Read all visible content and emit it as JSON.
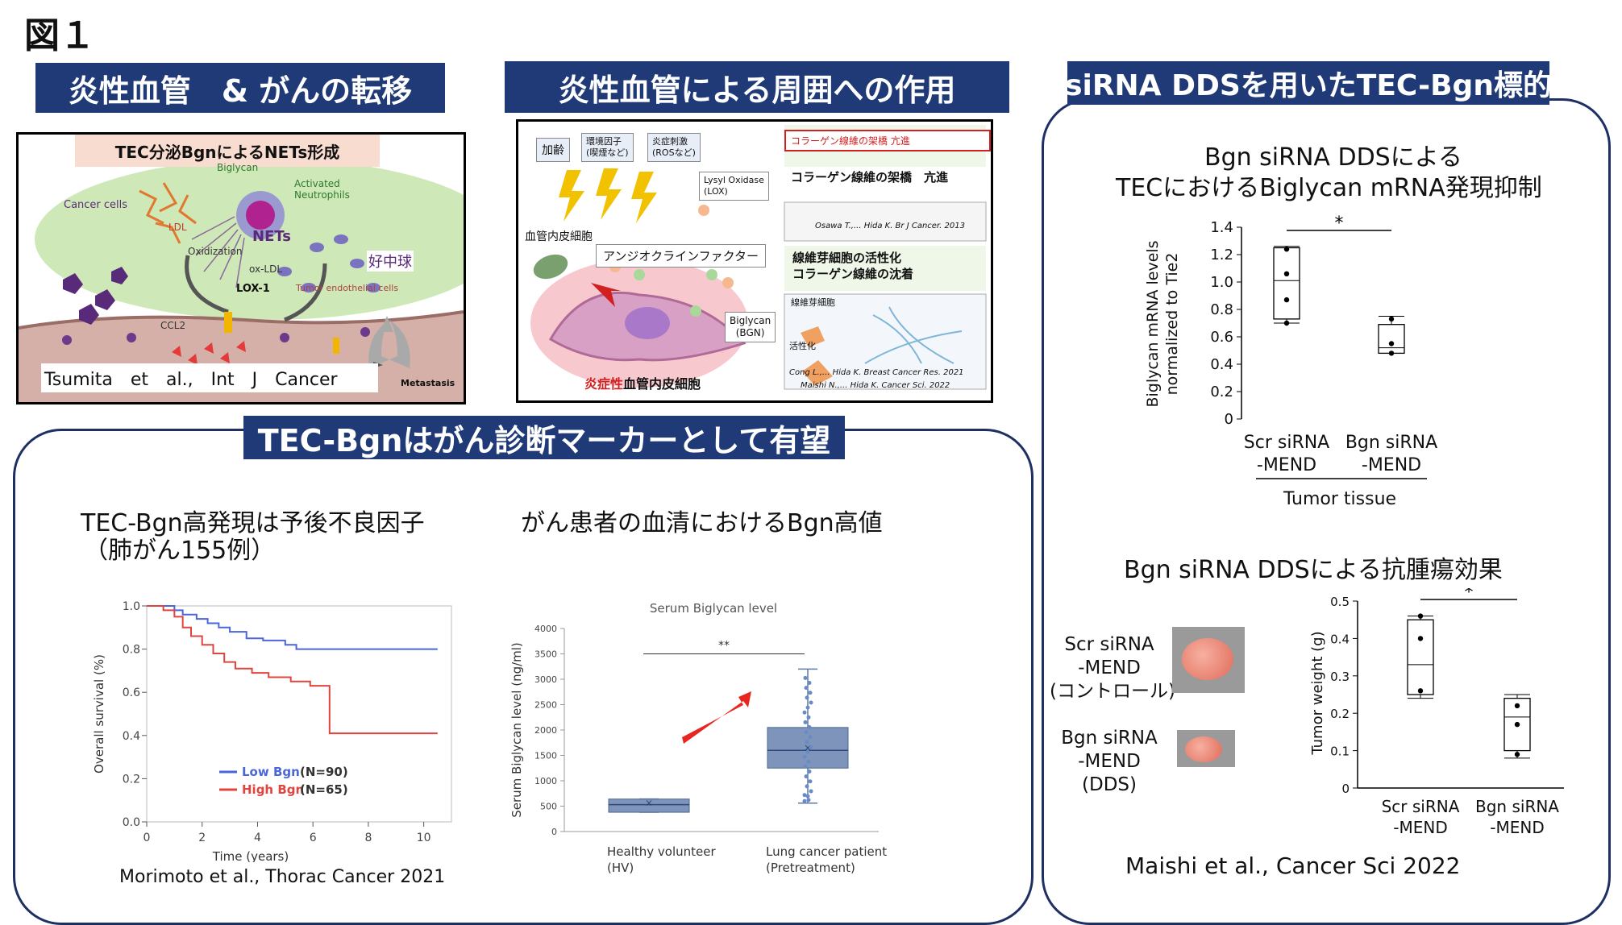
{
  "figure_title": "図１",
  "banners": {
    "top_left": "炎性血管　& がんの転移",
    "top_mid": "炎性血管による周囲への作用",
    "right": "siRNA DDSを用いたTEC-Bgn標的",
    "bottom": "TEC-Bgnはがん診断マーカーとして有望"
  },
  "panel_a": {
    "header": "TEC分泌BgnによるNETs形成",
    "labels": {
      "cancer_cells": "Cancer cells",
      "biglycan": "Biglycan",
      "activated_neutrophils": "Activated\nNeutrophils",
      "ldl": "LDL",
      "nets": "NETs",
      "oxidization": "Oxidization",
      "ox_ldl": "ox-LDL",
      "neutrophil_jp": "好中球",
      "lox1": "LOX-1",
      "tumor_ec": "Tumor endothelial cells",
      "ccl2": "CCL2",
      "metastasis": "Metastasis"
    },
    "citation": "Tsumita　et　al.,　Int　J　Cancer"
  },
  "panel_b": {
    "boxes": {
      "aging": "加齢",
      "env": "環境因子\n(喫煙など)",
      "inflam": "炎症刺激\n(ROSなど)",
      "lox": "Lysyl Oxidase\n(LOX)",
      "ec": "血管内皮細胞",
      "angiocrine": "アンジオクラインファクター",
      "biglycan": "Biglycan\n(BGN)",
      "inflamed_ec_1": "炎症性",
      "inflamed_ec_2": "血管内皮細胞",
      "collagen_up": "コラーゲン線維の架橋 亢進",
      "collagen_head": "コラーゲン線維の架橋　亢進",
      "ref1": "Osawa T.,... Hida K. Br J Cancer. 2013",
      "fib_head1": "線維芽細胞の活性化",
      "fib_head2": "コラーゲン線維の沈着",
      "fibroblast": "線維芽細胞",
      "activation": "活性化",
      "ref2": "Cong L.,... Hida K. Breast Cancer Res. 2021",
      "ref3": "Maishi N.,... Hida K. Cancer Sci. 2022"
    }
  },
  "km": {
    "title1": "TEC-Bgn高発現は予後不良因子",
    "title2": "（肺がん155例）",
    "citation": "Morimoto et al., Thorac Cancer 2021",
    "chart_data": {
      "type": "line",
      "ylabel": "Overall survival (%)",
      "xlabel": "Time (years)",
      "x_ticks": [
        "0",
        "2",
        "4",
        "6",
        "8",
        "10"
      ],
      "y_ticks": [
        "0.0",
        "0.2",
        "0.4",
        "0.6",
        "0.8",
        "1.0"
      ],
      "xlim": [
        0,
        11
      ],
      "ylim": [
        0,
        1
      ],
      "series": [
        {
          "name": "Low Bgn",
          "n_label": "(N=90)",
          "color": "#4a66d9",
          "x": [
            0,
            0.5,
            1.0,
            1.3,
            1.8,
            2.2,
            2.6,
            3.0,
            3.6,
            4.2,
            5.0,
            5.4,
            10.5
          ],
          "y": [
            1.0,
            1.0,
            0.98,
            0.96,
            0.94,
            0.92,
            0.9,
            0.88,
            0.85,
            0.84,
            0.82,
            0.8,
            0.8
          ]
        },
        {
          "name": "High Bgn",
          "n_label": "(N=65)",
          "color": "#e0443f",
          "x": [
            0,
            0.6,
            1.0,
            1.3,
            1.6,
            2.0,
            2.4,
            2.8,
            3.2,
            3.8,
            4.4,
            5.2,
            5.9,
            6.6,
            6.6,
            10.5
          ],
          "y": [
            1.0,
            0.98,
            0.95,
            0.9,
            0.86,
            0.82,
            0.78,
            0.74,
            0.71,
            0.69,
            0.67,
            0.65,
            0.63,
            0.59,
            0.41,
            0.41
          ]
        }
      ]
    }
  },
  "serum": {
    "heading": "がん患者の血清におけるBgn高値",
    "chart_data": {
      "type": "box",
      "title": "Serum Biglycan level",
      "ylabel": "Serum Biglycan level (ng/ml)",
      "ylim": [
        0,
        4000
      ],
      "y_ticks": [
        "0",
        "500",
        "1000",
        "1500",
        "2000",
        "2500",
        "3000",
        "3500",
        "4000"
      ],
      "significance": "**",
      "categories": [
        {
          "label1": "Healthy volunteer",
          "label2": "(HV)",
          "q1": 380,
          "median": 530,
          "q3": 640,
          "mean": 560,
          "whisker_low": 380,
          "whisker_high": 640
        },
        {
          "label1": "Lung cancer patient",
          "label2": "(Pretreatment)",
          "q1": 1250,
          "median": 1600,
          "q3": 2050,
          "mean": 1650,
          "whisker_low": 560,
          "whisker_high": 3200
        }
      ]
    }
  },
  "right": {
    "mrna_title1": "Bgn siRNA DDSによる",
    "mrna_title2": "TECにおけるBiglycan mRNA発現抑制",
    "mrna_chart": {
      "type": "box",
      "ylabel1": "Biglycan mRNA levels",
      "ylabel2": "normalized to Tie2",
      "ylim": [
        0,
        1.4
      ],
      "y_ticks": [
        "0",
        "0.2",
        "0.4",
        "0.6",
        "0.8",
        "1.0",
        "1.2",
        "1.4"
      ],
      "significance": "*",
      "group_label": "Tumor tissue",
      "categories": [
        {
          "label1": "Scr siRNA",
          "label2": "-MEND",
          "min": 0.7,
          "q1": 0.73,
          "median": 1.01,
          "q3": 1.25,
          "max": 1.26,
          "points": [
            0.7,
            0.87,
            1.06,
            1.24
          ]
        },
        {
          "label1": "Bgn siRNA",
          "label2": "-MEND",
          "min": 0.48,
          "q1": 0.48,
          "median": 0.52,
          "q3": 0.69,
          "max": 0.75,
          "points": [
            0.48,
            0.55,
            0.73
          ]
        }
      ]
    },
    "tumor_title": "Bgn siRNA DDSによる抗腫瘍効果",
    "photo_labels": {
      "scr1": "Scr siRNA",
      "scr2": "-MEND",
      "scr3": "(コントロール)",
      "bgn1": "Bgn siRNA",
      "bgn2": "-MEND",
      "bgn3": "(DDS)"
    },
    "tumor_chart": {
      "type": "box",
      "ylabel": "Tumor weight (g)",
      "ylim": [
        0,
        0.5
      ],
      "y_ticks": [
        "0",
        "0.1",
        "0.2",
        "0.3",
        "0.4",
        "0.5"
      ],
      "significance": "*",
      "categories": [
        {
          "label1": "Scr siRNA",
          "label2": "-MEND",
          "min": 0.24,
          "q1": 0.25,
          "median": 0.33,
          "q3": 0.45,
          "max": 0.46,
          "points": [
            0.26,
            0.4,
            0.46
          ]
        },
        {
          "label1": "Bgn siRNA",
          "label2": "-MEND",
          "min": 0.08,
          "q1": 0.1,
          "median": 0.19,
          "q3": 0.24,
          "max": 0.25,
          "points": [
            0.09,
            0.17,
            0.22
          ]
        }
      ]
    },
    "citation": "Maishi et al., Cancer Sci 2022"
  },
  "colors": {
    "banner": "#1f3a77",
    "frame": "#1e2f63",
    "low_bgn": "#4a66d9",
    "high_bgn": "#e0443f",
    "serum_box": "#5f7aa6",
    "arrow": "#e8261f"
  }
}
